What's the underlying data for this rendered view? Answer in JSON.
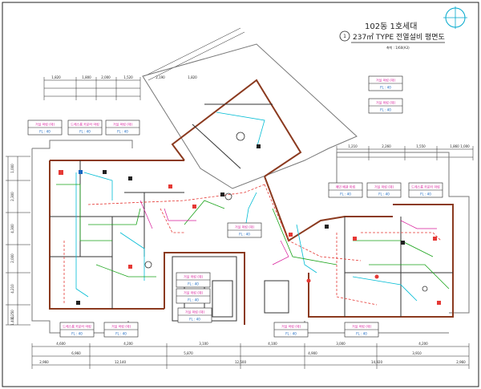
{
  "title": {
    "line1": "102동 1호세대",
    "line2": "237㎡ TYPE 전열설비 평면도",
    "scale": "축척 : 1/60(A3)",
    "marker": "1"
  },
  "tags": [
    {
      "name": "거실 마킹 (대)",
      "spec": "FL : 40"
    },
    {
      "name": "드레스룸 카운터 마킹",
      "spec": "FL : 40"
    },
    {
      "name": "거실 마킹 (대)",
      "spec": "FL : 40"
    },
    {
      "name": "거실 마킹 (대)",
      "spec": "FL : 40"
    },
    {
      "name": "거실 마킹 (대)",
      "spec": "FL : 40"
    },
    {
      "name": "메인 배관 마킹",
      "spec": "FL : 40"
    },
    {
      "name": "거실 마킹 (대)",
      "spec": "FL : 40"
    },
    {
      "name": "드레스룸 카운터 마킹",
      "spec": "FL : 40"
    },
    {
      "name": "거실 마킹 (대)",
      "spec": "FL : 40"
    },
    {
      "name": "거실 마킹 (대)",
      "spec": "FL : 40"
    },
    {
      "name": "거실 마킹 (대)",
      "spec": "FL : 40"
    },
    {
      "name": "드레스룸 카운터 마킹",
      "spec": "FL : 40"
    },
    {
      "name": "거실 마킹 (대)",
      "spec": "FL : 40"
    },
    {
      "name": "거실 마킹 (대)",
      "spec": "FL : 40"
    },
    {
      "name": "거실 마킹 (대)",
      "spec": "FL : 40"
    },
    {
      "name": "거실 마킹 (대)",
      "spec": "FL : 40"
    }
  ],
  "dims": {
    "bottom1": [
      "4,600",
      "4,200",
      "3,100",
      "4,100",
      "3,000",
      "4,200"
    ],
    "bottom2": [
      "6,960",
      "5,870",
      "4,900",
      "3,910"
    ],
    "bottom3": [
      "2,960",
      "12,140",
      "12,500",
      "14,920",
      "2,960"
    ],
    "top": [
      "1,820",
      "1,800",
      "2,000",
      "1,520",
      "2,190",
      "1,820"
    ],
    "right_top": [
      "1,210",
      "2,260",
      "1,550",
      "1,860",
      "1,000"
    ],
    "left": [
      "1,000",
      "2,300",
      "4,300",
      "2,000",
      "4,210",
      "1,250",
      "1,400"
    ]
  }
}
